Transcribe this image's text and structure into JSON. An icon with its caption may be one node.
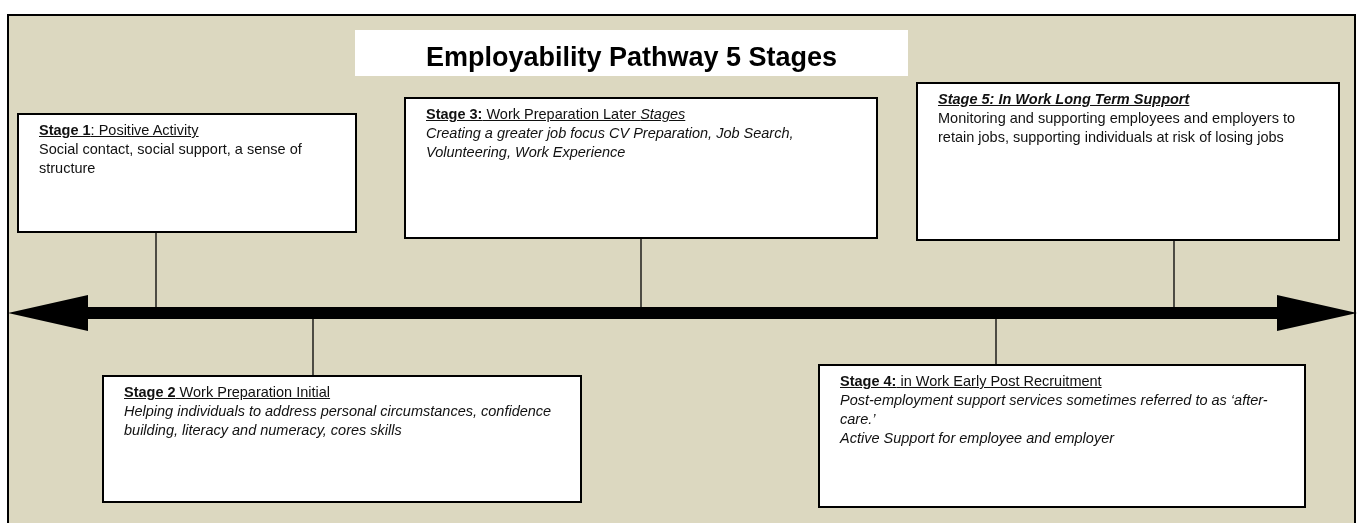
{
  "diagram": {
    "title": "Employability Pathway 5 Stages",
    "nodes": [
      {
        "text": [
          "**Stage 1**: Positive Activity",
          "Social contact, social support, a sense of structure"
        ]
      },
      {
        "text": [
          "**Stage 3:**  Work Preparation Later *Stages*",
          "Creating a greater job focus CV Preparation, Job Search, Volunteering, Work Experience"
        ]
      },
      {
        "text": [
          "Stage 5: In Work Long Term Support",
          "Monitoring and supporting employees and employers to retain jobs, supporting individuals at risk of losing jobs"
        ]
      },
      {
        "text": [],
        "shape": "bar"
      },
      {
        "text": [
          "**Stage 2** Work Preparation Initial",
          "Helping individuals to address personal circumstances, confidence building, literacy and numeracy, cores skills"
        ]
      },
      {
        "text": [
          "**Stage 4:** in Work Early Post Recruitment",
          "Post-employment support services sometimes referred to as ‘after-care.’",
          "Active Support for employee and employer"
        ]
      }
    ],
    "edges": [
      {
        "from": 0,
        "to": 3,
        "arrow": "none"
      },
      {
        "from": 1,
        "to": 3,
        "arrow": "none"
      },
      {
        "from": 2,
        "to": 3,
        "arrow": "none"
      },
      {
        "from": 4,
        "to": 3,
        "arrow": "none"
      },
      {
        "from": 5,
        "to": 3,
        "arrow": "none"
      }
    ]
  }
}
